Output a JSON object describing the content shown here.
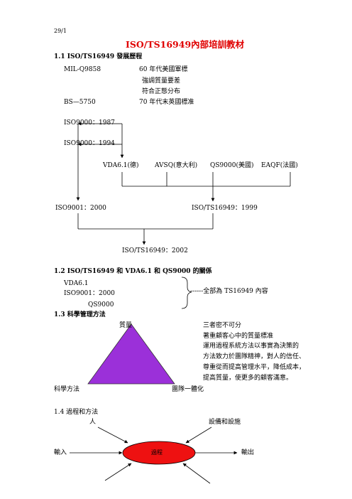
{
  "page_number": "29/1",
  "title": "ISO/TS16949內部培訓教材",
  "section_1_1": {
    "heading": "1.1 ISO/TS16949 發展歷程",
    "mil_code": "MIL-Q9858",
    "mil_lines": [
      "60 年代美國軍標",
      "強調質量要差",
      "符合正態分布"
    ],
    "bs_code": "BS—5750",
    "bs_line": "70 年代末英國標准",
    "iso_1987": "ISO9000：1987",
    "iso_1994": "ISO9000：1994",
    "standards": [
      "VDA6.1(德)",
      "AVSQ(意大利)",
      "QS9000(美國)",
      "EAQF(法國)"
    ],
    "iso_2000": "ISO9001：2000",
    "ts_1999": "ISO/TS16949：1999",
    "ts_2002": "ISO/TS16949：2002"
  },
  "section_1_2": {
    "heading": "1.2 ISO/TS16949 和 VDA6.1 和 QS9000 的關係",
    "items": [
      "VDA6.1",
      "ISO9001：2000",
      "QS9000"
    ],
    "note": "------全部為 TS16949 內容"
  },
  "section_1_3": {
    "heading": "1.3 科學管理方法",
    "top_label": "質量",
    "left_label": "科學方法",
    "right_label": "團隊一體化",
    "text_lines": [
      "三者密不可分",
      "著重顧客心中的質量標准",
      "運用過程系統方法以事實為決策的",
      "方法致力於團隊精神，對人的信任、",
      "尊重從而提高管理水平，降低成本，",
      "提高質量，使更多的顧客滿意。"
    ],
    "triangle_color": "#9b30d9"
  },
  "section_1_4": {
    "heading": "1.4 過程和方法",
    "person": "人",
    "equipment": "設備和設施",
    "input": "輸入",
    "process": "過程",
    "output": "輸出",
    "ellipse_color": "#ee1111"
  }
}
